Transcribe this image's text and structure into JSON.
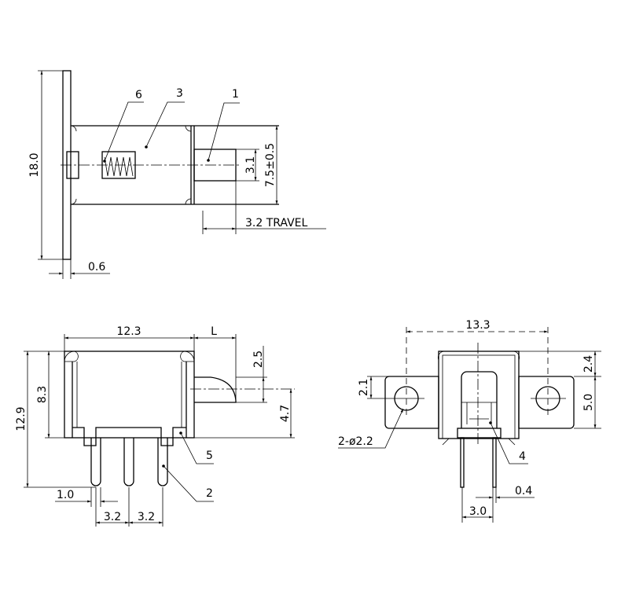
{
  "top_view": {
    "dim_height": "18.0",
    "dim_plate": "0.6",
    "dim_actuator": "3.1",
    "dim_body": "7.5±0.5",
    "dim_travel": "3.2 TRAVEL",
    "callouts": [
      "6",
      "3",
      "1"
    ]
  },
  "side_view": {
    "dim_width": "12.3",
    "dim_L": "L",
    "dim_actuator_h": "2.5",
    "dim_actuator_pos": "4.7",
    "dim_total_h": "12.9",
    "dim_body_h": "8.3",
    "dim_pin_w": "1.0",
    "dim_pitch_1": "3.2",
    "dim_pitch_2": "3.2",
    "callouts": [
      "5",
      "2"
    ]
  },
  "front_view": {
    "dim_hole_spacing": "13.3",
    "dim_top": "2.4",
    "dim_flange": "5.0",
    "dim_hole_offset": "2.1",
    "dim_holes": "2-ø2.2",
    "dim_pin_t": "0.4",
    "dim_pin_spacing": "3.0",
    "callouts": [
      "4"
    ]
  }
}
